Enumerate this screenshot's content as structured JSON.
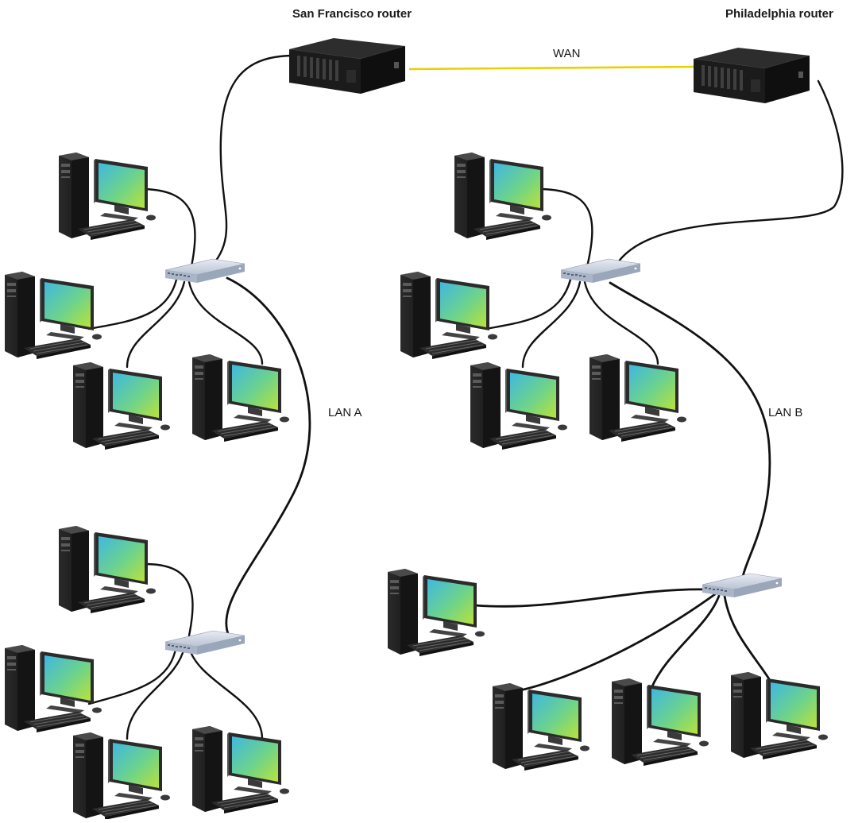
{
  "labels": {
    "router_sf": "San Francisco router",
    "router_phl": "Philadelphia router",
    "wan": "WAN",
    "lan_a": "LAN A",
    "lan_b": "LAN B"
  },
  "colors": {
    "wan_link": "#e6d200",
    "cable": "#111111",
    "router_body": "#1c1c1c",
    "switch_body": "#c9d2e0",
    "monitor_screen_top": "#49c7d8",
    "monitor_screen_bottom": "#a6e03c"
  },
  "icons": {
    "router": "router-icon",
    "switch": "switch-icon",
    "computer": "desktop-computer-icon"
  }
}
